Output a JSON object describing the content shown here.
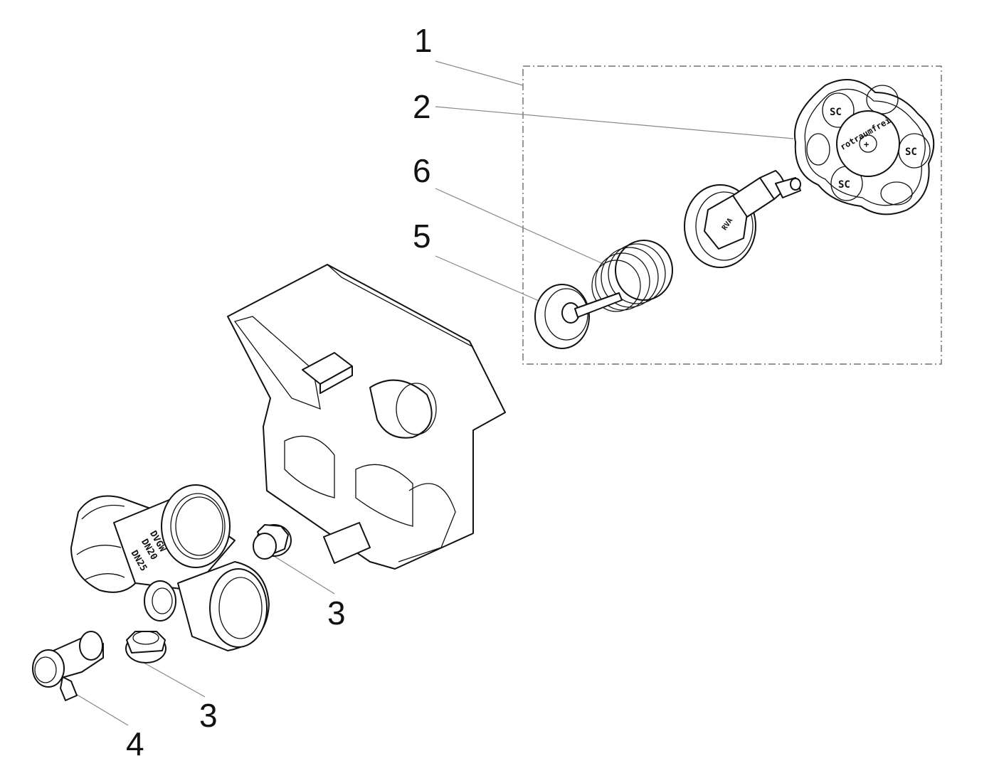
{
  "diagram": {
    "callouts": [
      {
        "id": "1",
        "label": "1"
      },
      {
        "id": "2",
        "label": "2"
      },
      {
        "id": "6",
        "label": "6"
      },
      {
        "id": "5",
        "label": "5"
      },
      {
        "id": "3a",
        "label": "3"
      },
      {
        "id": "3b",
        "label": "3"
      },
      {
        "id": "4",
        "label": "4"
      }
    ],
    "markings": {
      "handwheel_text": "rotraumfrei",
      "handwheel_logo": "SC",
      "upper_part_text": "RVA",
      "valve_body_text": [
        "DVGW",
        "DN20",
        "DN25"
      ]
    }
  }
}
